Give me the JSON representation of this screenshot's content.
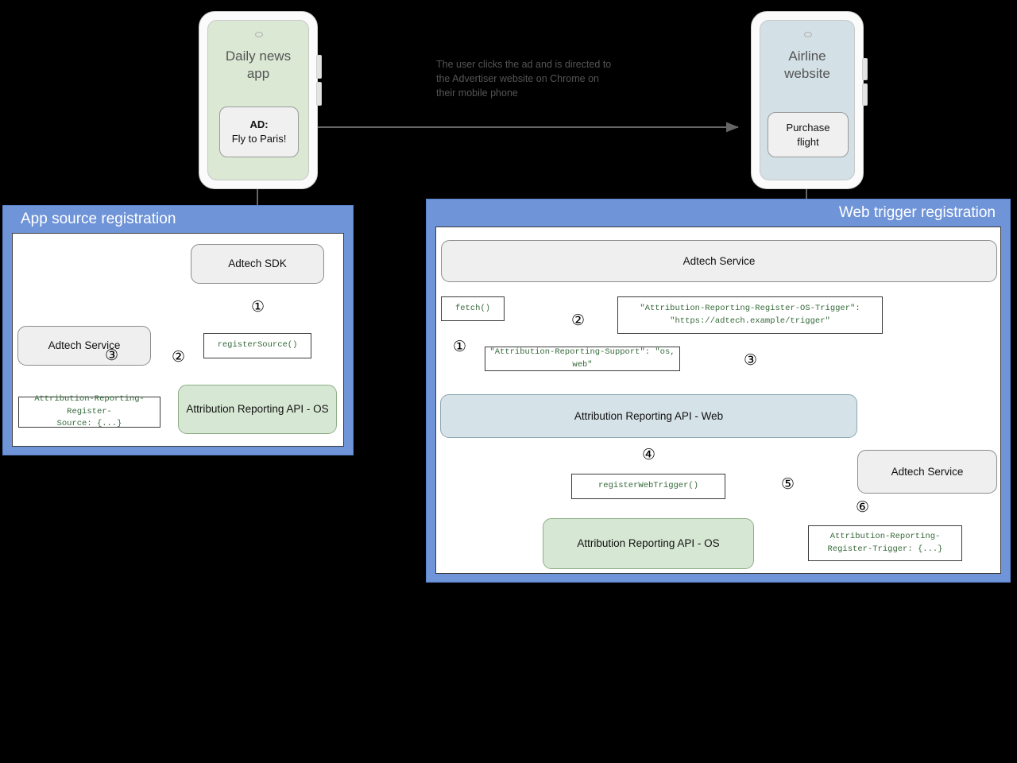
{
  "diagram": {
    "note": "The user clicks the ad and is directed to\nthe Advertiser website on Chrome on\ntheir mobile phone",
    "colors": {
      "panel_blue": "#6f94d8",
      "node_grey": "#efefef",
      "node_green": "#d6e8d3",
      "node_bluegrey": "#d5e2e8",
      "code_text_green": "#36693a",
      "arrow_grey": "#666666"
    }
  },
  "phones": {
    "left": {
      "title": "Daily news\napp",
      "button_line1": "AD:",
      "button_line2": "Fly to Paris!"
    },
    "right": {
      "title": "Airline\nwebsite",
      "button": "Purchase\nflight"
    }
  },
  "app_source_panel": {
    "title": "App source registration",
    "nodes": {
      "adtech_sdk": "Adtech SDK",
      "adtech_service": "Adtech Service",
      "ar_api_os": "Attribution Reporting API - OS"
    },
    "code": {
      "register_source": "registerSource()",
      "register_source_header": "Attribution-Reporting-Register-\nSource: {...}"
    },
    "steps": [
      "①",
      "②",
      "③"
    ]
  },
  "web_trigger_panel": {
    "title": "Web trigger registration",
    "nodes": {
      "adtech_service_top": "Adtech Service",
      "ar_api_web": "Attribution Reporting API - Web",
      "ar_api_os": "Attribution Reporting API - OS",
      "adtech_service_bottom": "Adtech Service"
    },
    "code": {
      "fetch": "fetch()",
      "os_trigger_header": "\"Attribution-Reporting-Register-OS-Trigger\":\n\"https://adtech.example/trigger\"",
      "support_header": "\"Attribution-Reporting-Support\": \"os, web\"",
      "register_web_trigger": "registerWebTrigger()",
      "register_trigger_header": "Attribution-Reporting-\nRegister-Trigger: {...}"
    },
    "steps": [
      "①",
      "②",
      "③",
      "④",
      "⑤",
      "⑥"
    ]
  }
}
